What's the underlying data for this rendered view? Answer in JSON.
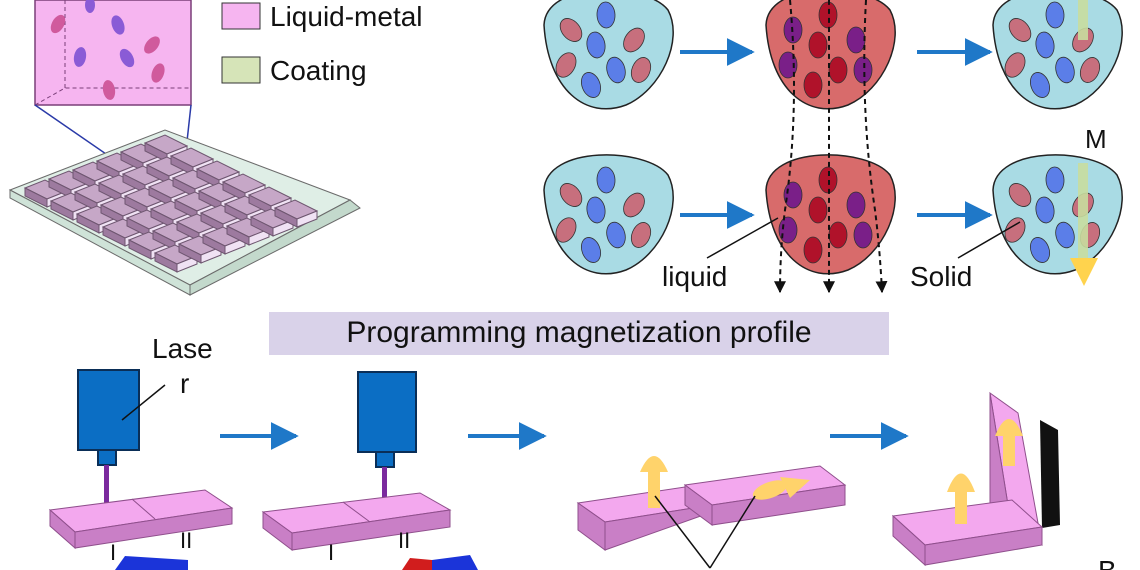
{
  "legend": {
    "items": [
      {
        "label": "Liquid-metal",
        "color": "#f6b5f0"
      },
      {
        "label": "Coating",
        "color": "#d6e4b8"
      }
    ]
  },
  "labels": {
    "liquid": "liquid",
    "solid": "Solid",
    "m": "M",
    "laser": "Lase\nr",
    "region_i": "I",
    "region_ii": "II",
    "corner_b": "B"
  },
  "banner": {
    "title": "Programming magnetization profile"
  },
  "colors": {
    "solid_blob": "#a9dbe4",
    "liquid_blob": "#d86b6b",
    "arrow": "#1f78c8",
    "laser_body": "#0b6ec4",
    "plate_top": "#f3a8ee",
    "plate_side": "#c97fc6",
    "field_arrow": "#ffd36b"
  }
}
